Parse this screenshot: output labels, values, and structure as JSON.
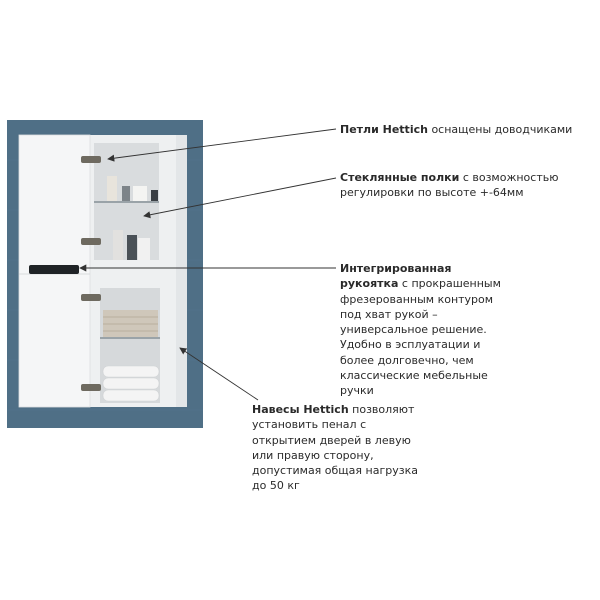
{
  "notes": [
    {
      "bold": "Петли Hettich",
      "text": " оснащены доводчиками"
    },
    {
      "bold": "Стеклянные полки",
      "text": " с возможностью регулировки по высоте +-64мм"
    },
    {
      "bold": "Интегрированная рукоятка",
      "text": " с прокрашенным фрезерованным контуром под хват рукой – универсальное решение. Удобно в эсплуатации и более долговечно, чем классические мебельные ручки"
    },
    {
      "bold": "Навесы Hettich",
      "text": " позволяют установить пенал с открытием дверей в левую или правую сторону, допустимая общая нагрузка до 50 кг"
    }
  ],
  "colors": {
    "wall": "#4f6f86",
    "cabinet": "#f3f4f5",
    "arrow": "#333333"
  }
}
